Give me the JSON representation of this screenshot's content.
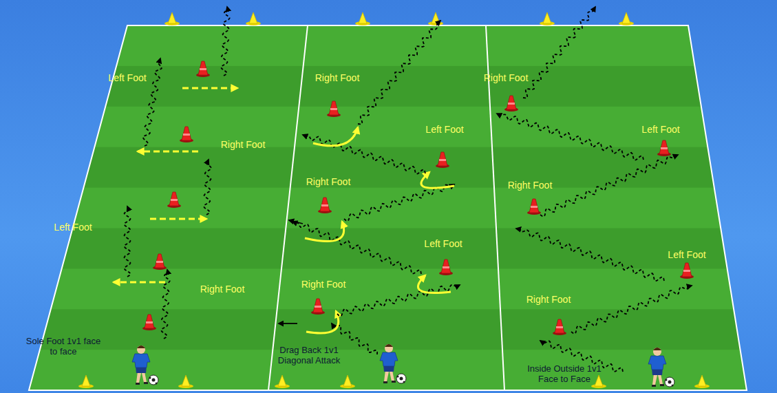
{
  "diagram": {
    "labels": [
      "Left Foot",
      "Right Foot",
      "Left Foot",
      "Right Foot",
      "Sole Foot 1v1 face to face",
      "Right Foot",
      "Left Foot",
      "Right Foot",
      "Left Foot",
      "Right Foot",
      "Drag Back 1v1 Diagonal Attack",
      "Right Foot",
      "Left Foot",
      "Right Foot",
      "Left Foot",
      "Right Foot",
      "Inside Outside 1v1 Face to Face"
    ]
  }
}
